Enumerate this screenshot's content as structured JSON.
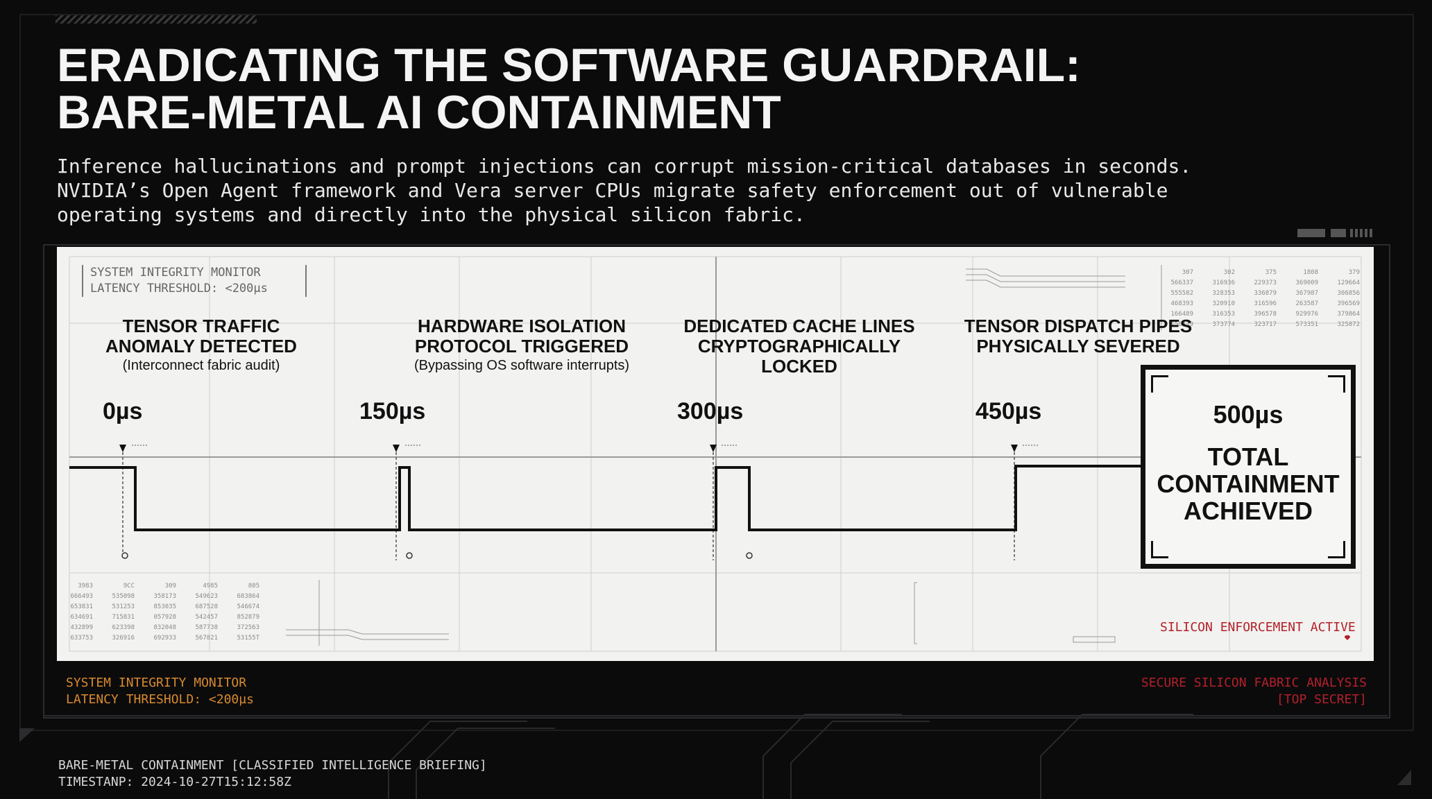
{
  "header": {
    "title_line1": "ERADICATING THE SOFTWARE GUARDRAIL:",
    "title_line2": "BARE-METAL AI CONTAINMENT",
    "subtitle_line1": "Inference hallucinations and prompt injections can corrupt mission-critical databases in seconds.",
    "subtitle_line2": "NVIDIA’s Open Agent framework and Vera server CPUs migrate safety enforcement out of vulnerable",
    "subtitle_line3": "operating systems and directly into the physical silicon fabric."
  },
  "monitor": {
    "line1": "SYSTEM INTEGRITY MONITOR",
    "line2": "LATENCY THRESHOLD: <200µs"
  },
  "events": [
    {
      "title1": "TENSOR TRAFFIC",
      "title2": "ANOMALY DETECTED",
      "title3": "",
      "note": "(Interconnect fabric audit)",
      "time": "0µs"
    },
    {
      "title1": "HARDWARE ISOLATION",
      "title2": "PROTOCOL TRIGGERED",
      "title3": "",
      "note": "(Bypassing OS software interrupts)",
      "time": "150µs"
    },
    {
      "title1": "DEDICATED CACHE LINES",
      "title2": "CRYPTOGRAPHICALLY",
      "title3": "LOCKED",
      "note": "",
      "time": "300µs"
    },
    {
      "title1": "TENSOR DISPATCH PIPES",
      "title2": "PHYSICALLY SEVERED",
      "title3": "",
      "note": "",
      "time": "450µs"
    }
  ],
  "final_event": {
    "time": "500µs",
    "line1": "TOTAL",
    "line2": "CONTAINMENT",
    "line3": "ACHIEVED"
  },
  "status": {
    "enforcement": "SILICON ENFORCEMENT ACTIVE"
  },
  "footer": {
    "left_line1": "SYSTEM INTEGRITY MONITOR",
    "left_line2": "LATENCY THRESHOLD: <200µs",
    "right_line1": "SECURE SILICON FABRIC ANALYSIS",
    "right_line2": "[TOP SECRET]",
    "meta_line1": "BARE-METAL CONTAINMENT [CLASSIFIED INTELLIGENCE BRIEFING]",
    "meta_line2": "TIMESTANP: 2024-10-27T15:12:58Z"
  },
  "colors": {
    "background": "#0b0b0c",
    "panel": "#f2f2f0",
    "signal": "#111111",
    "alert_red": "#b3202a",
    "amber": "#d98a2e"
  }
}
